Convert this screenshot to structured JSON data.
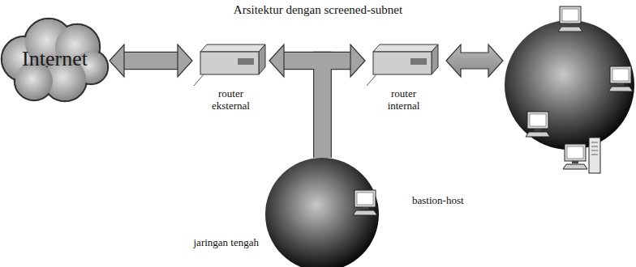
{
  "diagram": {
    "title": "Arsitektur dengan screened-subnet",
    "nodes": [
      {
        "text": [
          "Internet"
        ]
      },
      {
        "text": [
          "router eksternal"
        ]
      },
      {
        "text": [
          "router internal"
        ]
      },
      {
        "text": [
          "jaringan tengah"
        ]
      }
    ],
    "edges": [
      {
        "from": 0,
        "to": 1,
        "arrow": "both"
      },
      {
        "from": 3,
        "to": 1,
        "arrow": "to"
      },
      {
        "from": 3,
        "to": 2,
        "arrow": "to"
      }
    ],
    "labels": [
      "bastion-host"
    ]
  }
}
